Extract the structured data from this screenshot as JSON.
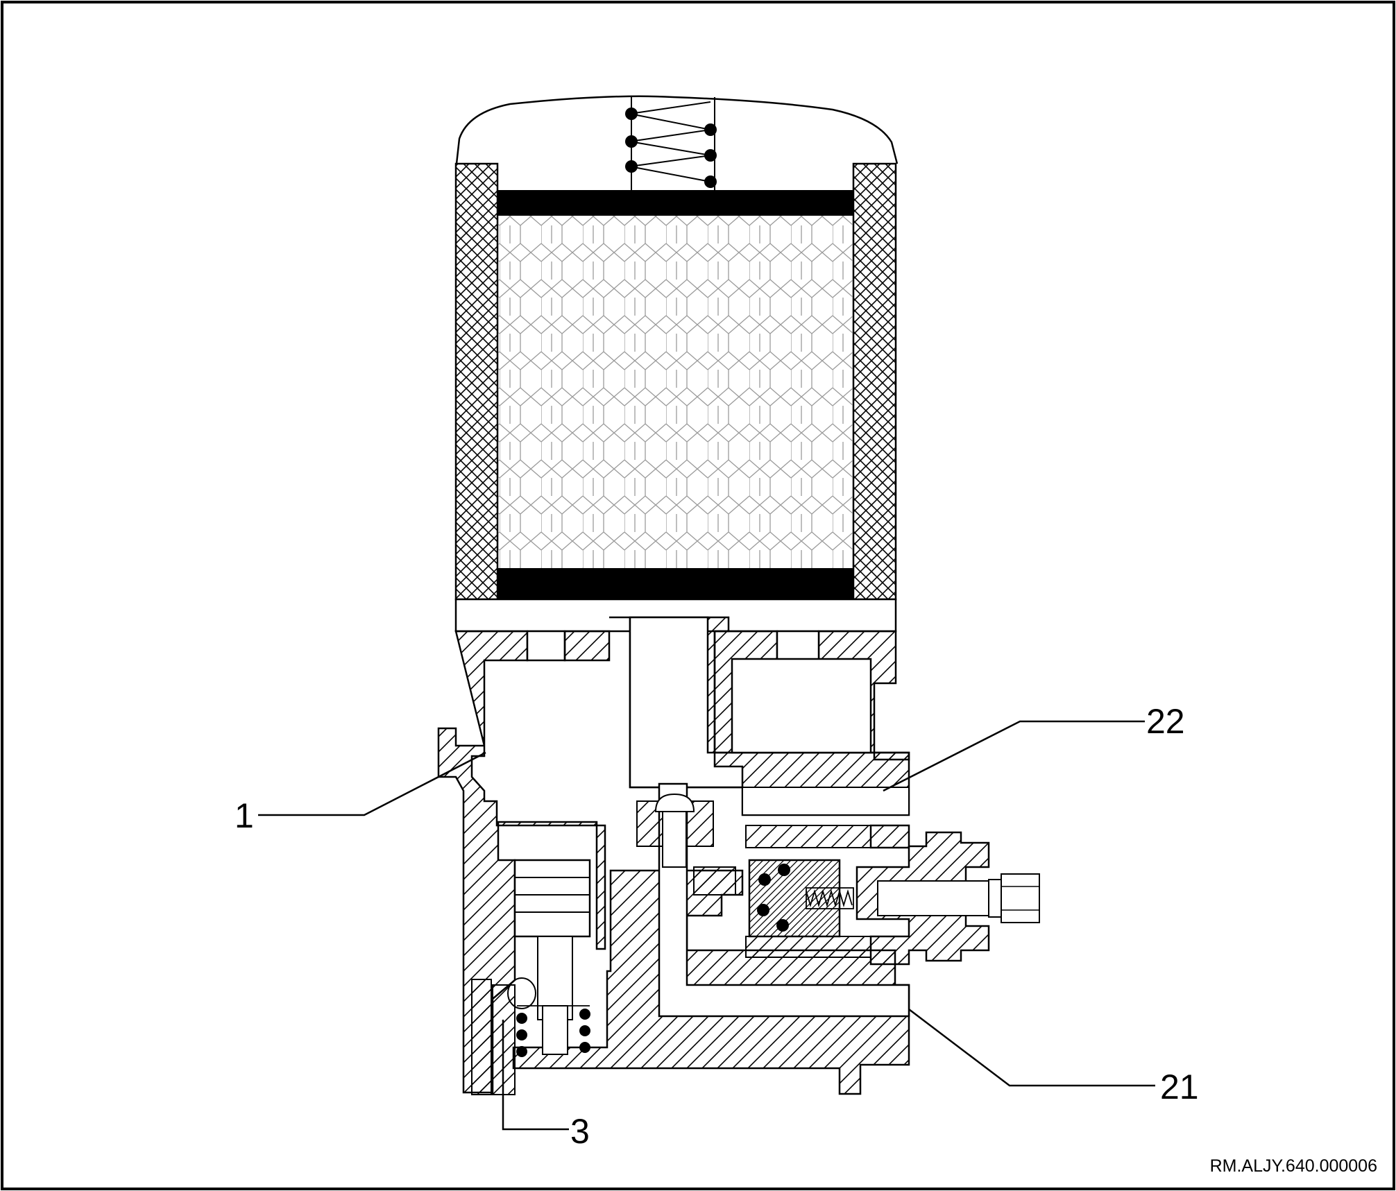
{
  "callouts": {
    "c1": "1",
    "c3": "3",
    "c21": "21",
    "c22": "22"
  },
  "document_id": "RM.ALJY.640.000006",
  "colors": {
    "ink": "#000000",
    "honeycomb": "#9a9a9a",
    "background": "#ffffff"
  }
}
